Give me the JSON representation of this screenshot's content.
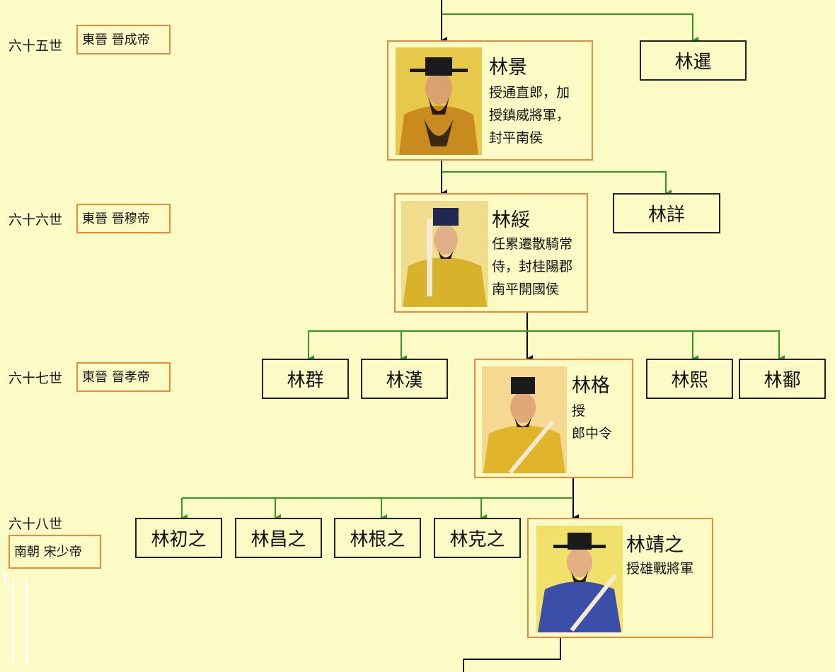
{
  "generations": [
    {
      "gen": "六十五世",
      "era": "東晉 晉成帝"
    },
    {
      "gen": "六十六世",
      "era": "東晉 晉穆帝"
    },
    {
      "gen": "六十七世",
      "era": "東晉 晉孝帝"
    },
    {
      "gen": "六十八世",
      "era": "南朝 宋少帝"
    }
  ],
  "main_line": [
    {
      "name": "林景",
      "title": "授通直郎，加\n授鎮威將軍，\n封平南侯",
      "robe": "#c98a1f"
    },
    {
      "name": "林綏",
      "title": "任累遷散騎常\n侍，封桂陽郡\n南平開國侯",
      "robe": "#d8b22a"
    },
    {
      "name": "林格",
      "title": "授\n郎中令",
      "robe": "#e0b52c"
    },
    {
      "name": "林靖之",
      "title": "授雄戰將軍",
      "robe": "#3b4ea8"
    }
  ],
  "siblings": {
    "gen65": [
      "林暹"
    ],
    "gen66": [
      "林詳"
    ],
    "gen67": [
      "林群",
      "林漢",
      "林熙",
      "林鄱"
    ],
    "gen68": [
      "林初之",
      "林昌之",
      "林根之",
      "林克之"
    ]
  },
  "colors": {
    "background": "#fdfbc5",
    "border_orange": "#e98a3c",
    "line_green": "#2e9a1e",
    "line_black": "#000000"
  }
}
